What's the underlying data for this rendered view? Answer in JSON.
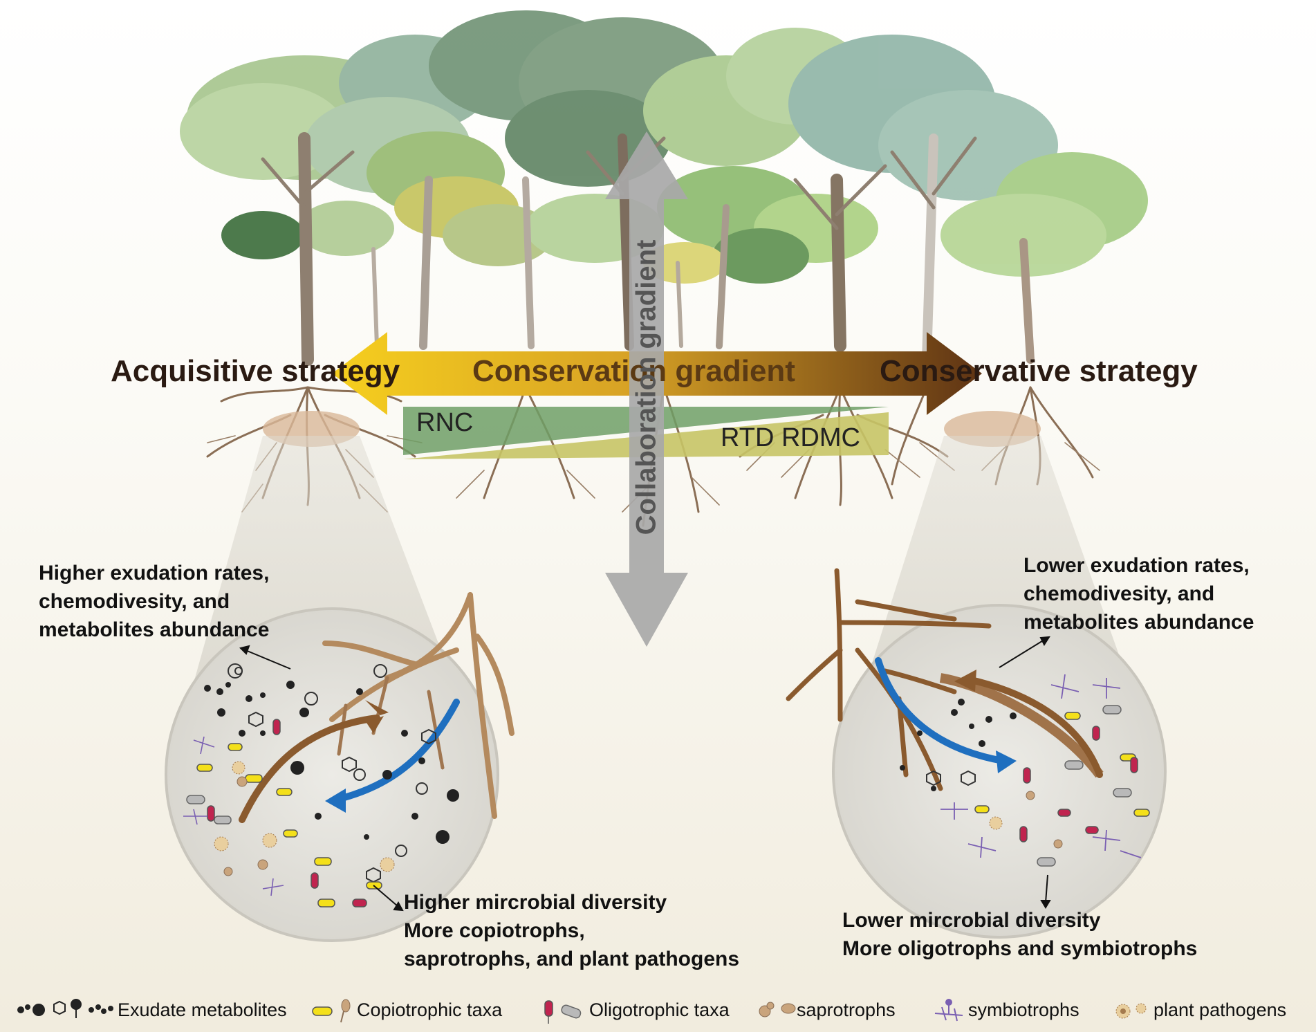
{
  "strategies": {
    "acquisitive": "Acquisitive strategy",
    "conservative": "Conservative strategy"
  },
  "gradients": {
    "conservation": "Conservation gradient",
    "collaboration": "Collaboration gradient"
  },
  "traits": {
    "left": "RNC",
    "right": "RTD RDMC"
  },
  "left_panel": {
    "exudation": [
      "Higher exudation rates,",
      "chemodivesity, and",
      "metabolites abundance"
    ],
    "microbes": [
      "Higher mircrobial diversity",
      "More copiotrophs,",
      "saprotrophs, and plant pathogens"
    ]
  },
  "right_panel": {
    "exudation": [
      "Lower exudation rates,",
      "chemodivesity, and",
      "metabolites abundance"
    ],
    "microbes": [
      "Lower mircrobial diversity",
      "More oligotrophs and symbiotrophs"
    ]
  },
  "legend": [
    {
      "icon": "exudate-metabolites-icon",
      "label": "Exudate metabolites"
    },
    {
      "icon": "copiotrophic-taxa-icon",
      "label": "Copiotrophic taxa"
    },
    {
      "icon": "oligotrophic-taxa-icon",
      "label": "Oligotrophic taxa"
    },
    {
      "icon": "saprotrophs-icon",
      "label": "saprotrophs"
    },
    {
      "icon": "symbiotrophs-icon",
      "label": "symbiotrophs"
    },
    {
      "icon": "plant-pathogens-icon",
      "label": "plant pathogens"
    }
  ],
  "colors": {
    "acquisitive_arrow": "#f2c51d",
    "conservative_arrow": "#6b3a16",
    "collaboration_arrow": "#a9a9a9",
    "rnc_band": "#7aa66a",
    "rtd_band": "#c9c96a",
    "root_flow_out": "#8a5a2e",
    "root_flow_in": "#1f6fbf",
    "copiotroph": "#f4e01a",
    "oligotroph_red": "#c0244f",
    "oligotroph_grey": "#b9b9b9",
    "symbiotroph": "#7a5fb2",
    "saprotroph": "#c9a47c"
  }
}
